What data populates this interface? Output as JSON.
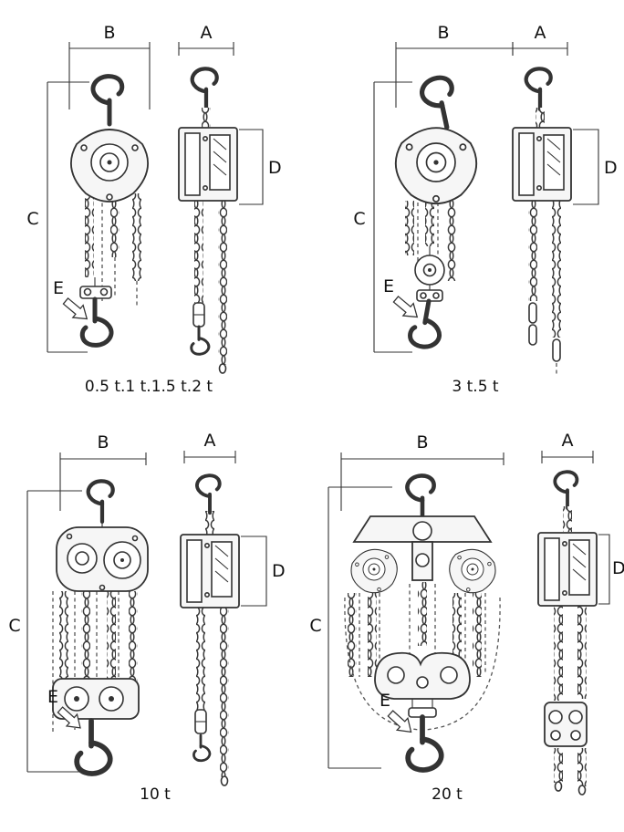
{
  "colors": {
    "background": "#ffffff",
    "line": "#333333",
    "text": "#111111"
  },
  "labels": {
    "a": "A",
    "b": "B",
    "c": "C",
    "d": "D",
    "e": "E"
  },
  "quadrants": [
    {
      "name": "small-capacity-hoist",
      "caption": "0.5 t.1 t.1.5 t.2 t"
    },
    {
      "name": "medium-capacity-hoist",
      "caption": "3 t.5 t"
    },
    {
      "name": "ten-ton-hoist",
      "caption": "10 t"
    },
    {
      "name": "twenty-ton-hoist",
      "caption": "20 t"
    }
  ]
}
